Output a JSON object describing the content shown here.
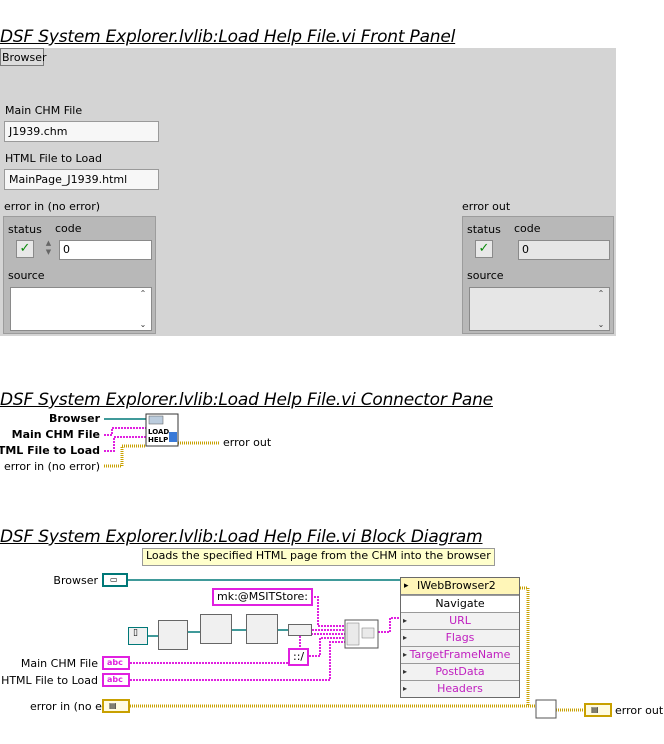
{
  "front_panel": {
    "title": "DSF System Explorer.lvlib:Load Help File.vi Front Panel",
    "browser_label": "Browser",
    "main_chm_label": "Main CHM File",
    "main_chm_value": "J1939.chm",
    "html_file_label": "HTML File to Load",
    "html_file_value": "MainPage_J1939.html",
    "error_in": {
      "label": "error in (no error)",
      "status": "status",
      "code": "code",
      "code_value": "0",
      "source": "source"
    },
    "error_out": {
      "label": "error out",
      "status": "status",
      "code": "code",
      "code_value": "0",
      "source": "source"
    }
  },
  "connector_pane": {
    "title": "DSF System Explorer.lvlib:Load Help File.vi Connector Pane",
    "inputs": [
      "Browser",
      "Main CHM File",
      "HTML File to Load",
      "error in (no error)"
    ],
    "icon_text": [
      "LOAD",
      "HELP"
    ],
    "output": "error out"
  },
  "block_diagram": {
    "title": "DSF System Explorer.lvlib:Load Help File.vi Block Diagram",
    "comment": "Loads the specified HTML page from the CHM into the browser",
    "browser_terminal": "Browser",
    "main_chm_terminal": "Main CHM File",
    "html_file_terminal": "HTML File to Load",
    "error_in_terminal": "error in (no error)",
    "error_out_terminal": "error out",
    "const_prefix": "mk:@MSITStore:",
    "const_sep": "::/",
    "node_class": "IWebBrowser2",
    "method": "Navigate",
    "params": [
      "URL",
      "Flags",
      "TargetFrameName",
      "PostData",
      "Headers"
    ]
  },
  "colors": {
    "panel": "#d4d4d4",
    "string_wire": "#e020e0",
    "error_wire": "#c8a000",
    "ref_wire": "#007878"
  }
}
